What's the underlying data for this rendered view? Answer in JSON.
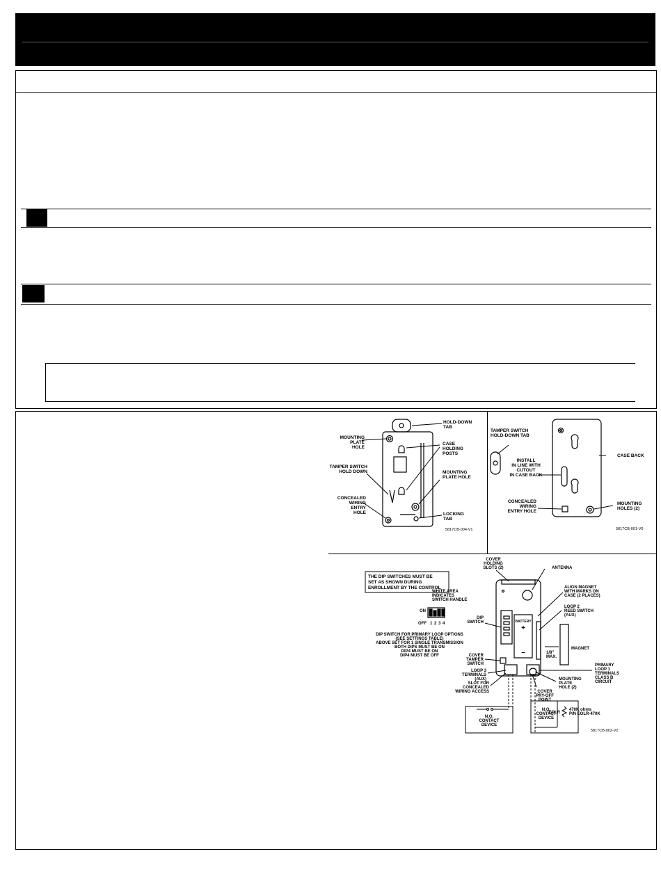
{
  "figure1": {
    "callouts": {
      "hold_down_tab": [
        "HOLD-DOWN",
        "TAB"
      ],
      "mounting_plate_hole_left": [
        "MOUNTING",
        "PLATE",
        "HOLE"
      ],
      "case_holding_posts": [
        "CASE",
        "HOLDING",
        "POSTS"
      ],
      "tamper_switch_hold_down": [
        "TAMPER SWITCH",
        "HOLD DOWN"
      ],
      "mounting_plate_hole_right": [
        "MOUNTING",
        "PLATE HOLE"
      ],
      "concealed_wiring_entry_hole": [
        "CONCEALED",
        "WIRING",
        "ENTRY",
        "HOLE"
      ],
      "locking_tab": [
        "LOCKING",
        "TAB"
      ]
    },
    "code": "5817CB-004-V1"
  },
  "figure2": {
    "callouts": {
      "tamper_switch_hold_down_tab": [
        "TAMPER SWITCH",
        "HOLD-DOWN TAB"
      ],
      "install_in_line": [
        "INSTALL",
        "IN LINE WITH",
        "CUTOUT",
        "IN CASE BACK"
      ],
      "case_back": [
        "CASE BACK"
      ],
      "concealed_wiring_entry_hole": [
        "CONCEALED",
        "WIRING",
        "ENTRY HOLE"
      ],
      "mounting_holes": [
        "MOUNTING",
        "HOLES (2)"
      ]
    },
    "code": "5817CB-001-V0"
  },
  "figure3": {
    "note": [
      "THE DIP SWITCHES MUST BE",
      "SET AS SHOWN DURING",
      "ENROLLMENT BY THE CONTROL"
    ],
    "callouts": {
      "cover_holding_slots": [
        "COVER",
        "HOLDING",
        "SLOTS (2)"
      ],
      "antenna": [
        "ANTENNA"
      ],
      "align_magnet": [
        "ALIGN MAGNET",
        "WITH MARKS ON",
        "CASE (2 PLACES)"
      ],
      "white_area": [
        "WHITE AREA",
        "INDICATES",
        "SWITCH HANDLE"
      ],
      "on_off": [
        "ON",
        "OFF"
      ],
      "dip_numbers": [
        "1",
        "2",
        "3",
        "4"
      ],
      "loop_reed_switch": [
        "LOOP 2",
        "REED SWITCH",
        "(AUX)"
      ],
      "dip_switch": [
        "DIP",
        "SWITCH"
      ],
      "dip_note": [
        "DIP SWITCH FOR PRIMARY LOOP OPTIONS",
        "(SEE SETTINGS TABLE)",
        "ABOVE SET FOR 1 SINGLE TRANSMISSION",
        "BOTH DIPS MUST BE ON",
        "DIP4 MUST BE ON",
        "DIP4 MUST BE OFF"
      ],
      "battery_plus": "+",
      "battery_minus": "−",
      "battery_brand": "BATTERY",
      "gap": [
        "1/8\"",
        "MAX."
      ],
      "magnet": [
        "MAGNET"
      ],
      "cover_tamper_switch": [
        "COVER",
        "TAMPER",
        "SWITCH"
      ],
      "loop3_terminals": [
        "LOOP 3",
        "TERMINALS",
        "(AUX)"
      ],
      "primary_loop": [
        "PRIMARY",
        "LOOP 1",
        "TERMINALS",
        "CLASS B",
        "CIRCUIT"
      ],
      "mounting_plate_holes": [
        "MOUNTING",
        "PLATE",
        "HOLE (2)"
      ],
      "slot_concealed": [
        "SLOT FOR",
        "CONCEALED",
        "WIRING ACCESS"
      ],
      "cover_pry_off": [
        "COVER",
        "PRY-OFF",
        "POINT"
      ],
      "no_contact_left": [
        "N.O.",
        "CONTACT",
        "DEVICE"
      ],
      "no_contact_right": [
        "N.O.",
        "CONTACT",
        "DEVICE"
      ],
      "eolr": "EOLR",
      "eolr_value": [
        "470K ohms",
        "P/N EOLR-470K"
      ]
    },
    "code": "5817CB-002-V2"
  }
}
